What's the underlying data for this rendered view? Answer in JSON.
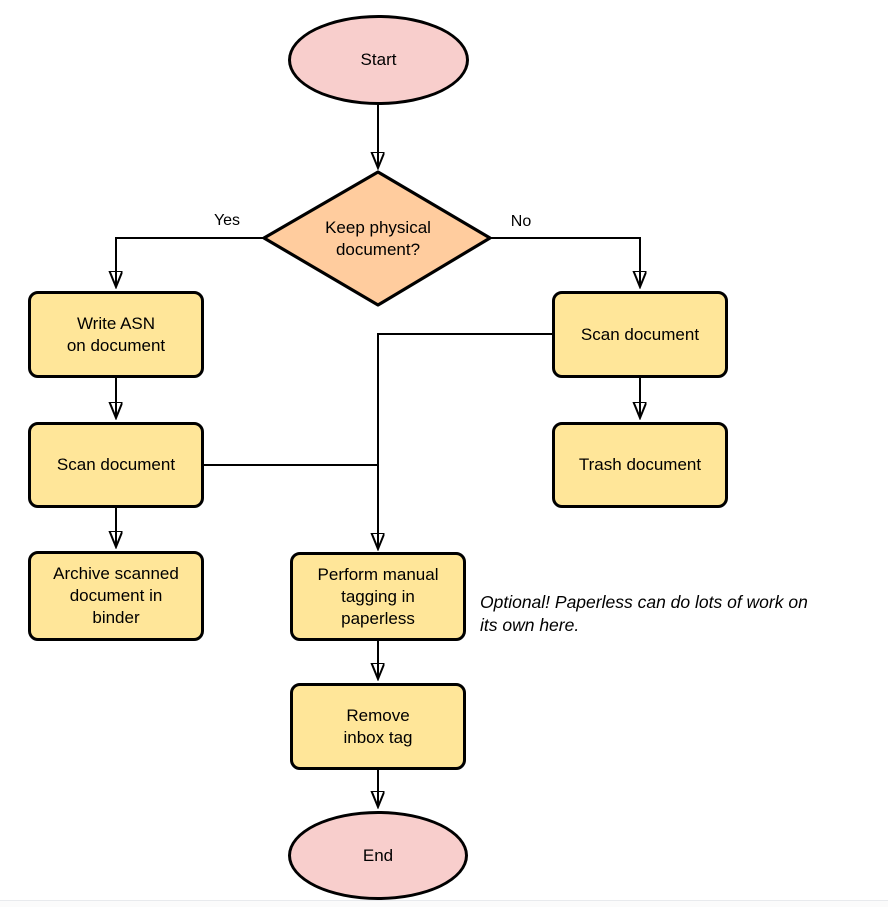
{
  "diagram": {
    "nodes": {
      "start": {
        "label": "Start",
        "type": "terminator"
      },
      "decision": {
        "label": "Keep physical\ndocument?",
        "type": "decision"
      },
      "write_asn": {
        "label": "Write ASN\non document",
        "type": "process"
      },
      "scan_left": {
        "label": "Scan document",
        "type": "process"
      },
      "archive": {
        "label": "Archive scanned\ndocument in\nbinder",
        "type": "process"
      },
      "scan_right": {
        "label": "Scan document",
        "type": "process"
      },
      "trash": {
        "label": "Trash document",
        "type": "process"
      },
      "tagging": {
        "label": "Perform manual\ntagging in\npaperless",
        "type": "process"
      },
      "remove_inbox": {
        "label": "Remove\ninbox tag",
        "type": "process"
      },
      "end": {
        "label": "End",
        "type": "terminator"
      }
    },
    "edge_labels": {
      "yes": "Yes",
      "no": "No"
    },
    "note": "Optional! Paperless can do lots of work on\nits own here.",
    "colors": {
      "terminator_fill": "#F8CECC",
      "decision_fill": "#FFCC9E",
      "process_fill": "#FFE699",
      "stroke": "#000000",
      "background": "#FFFFFF"
    }
  }
}
